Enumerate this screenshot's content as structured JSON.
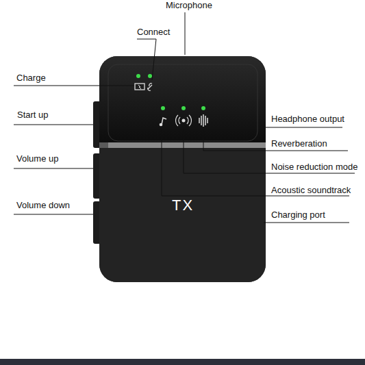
{
  "diagram": {
    "labels": [
      "Microphone",
      "Connect",
      "Charge",
      "Start up",
      "Volume up",
      "Volume down",
      "Headphone output",
      "Reverberation",
      "Noise reduction mode",
      "Acoustic soundtrack",
      "Charging port",
      "TX"
    ]
  }
}
